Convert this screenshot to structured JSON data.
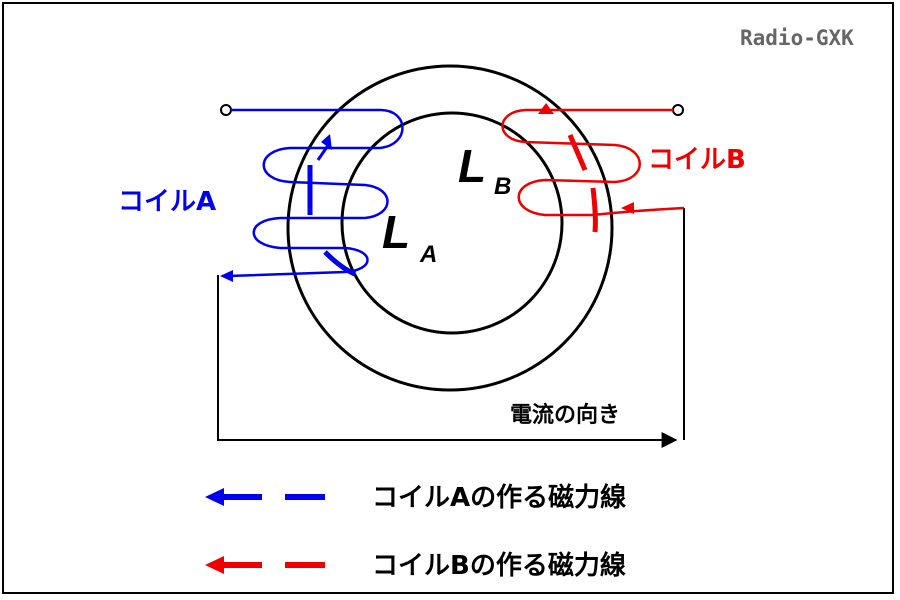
{
  "watermark": "Radio-GXK",
  "coil_a": {
    "label": "コイルA",
    "inductance_symbol": "L",
    "inductance_subscript": "A"
  },
  "coil_b": {
    "label": "コイルB",
    "inductance_symbol": "L",
    "inductance_subscript": "B"
  },
  "current_label": "電流の向き",
  "legend": [
    {
      "text": "コイルAの作る磁力線"
    },
    {
      "text": "コイルBの作る磁力線"
    }
  ],
  "colors": {
    "coil_a": "#0000ee",
    "coil_b": "#ee0000",
    "line": "#000000"
  },
  "icons": [
    "arrow-left-icon",
    "arrow-right-icon",
    "terminal-circle-icon"
  ]
}
